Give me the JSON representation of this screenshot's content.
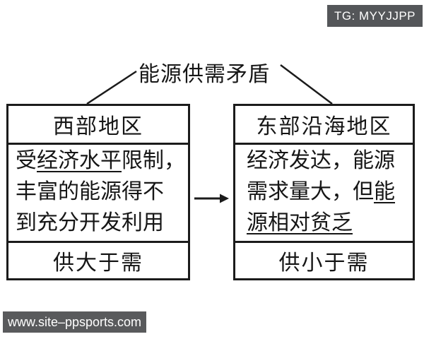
{
  "badge": {
    "text": "TG: MYYJJPP"
  },
  "title": {
    "text": "能源供需矛盾"
  },
  "left_box": {
    "header": "西部地区",
    "body_line1_pre": "受",
    "body_line1_underlined": "经济水平",
    "body_line1_post": "限制，",
    "body_line2": "丰富的能源得不",
    "body_line3": "到充分开发利用",
    "footer": "供大于需"
  },
  "right_box": {
    "header": "东部沿海地区",
    "body_line1": "经济发达，能源",
    "body_line2_pre": "需求量大，但",
    "body_line2_underlined": "能",
    "body_line3_underlined": "源相对贫乏",
    "footer": "供小于需"
  },
  "watermark": {
    "text": "www.site–ppsports.com"
  },
  "colors": {
    "line_color": "#1b1b1b",
    "badge_bg": "#545659",
    "watermark_bg": "#595a5c",
    "background": "#ffffff",
    "text": "#161616"
  }
}
